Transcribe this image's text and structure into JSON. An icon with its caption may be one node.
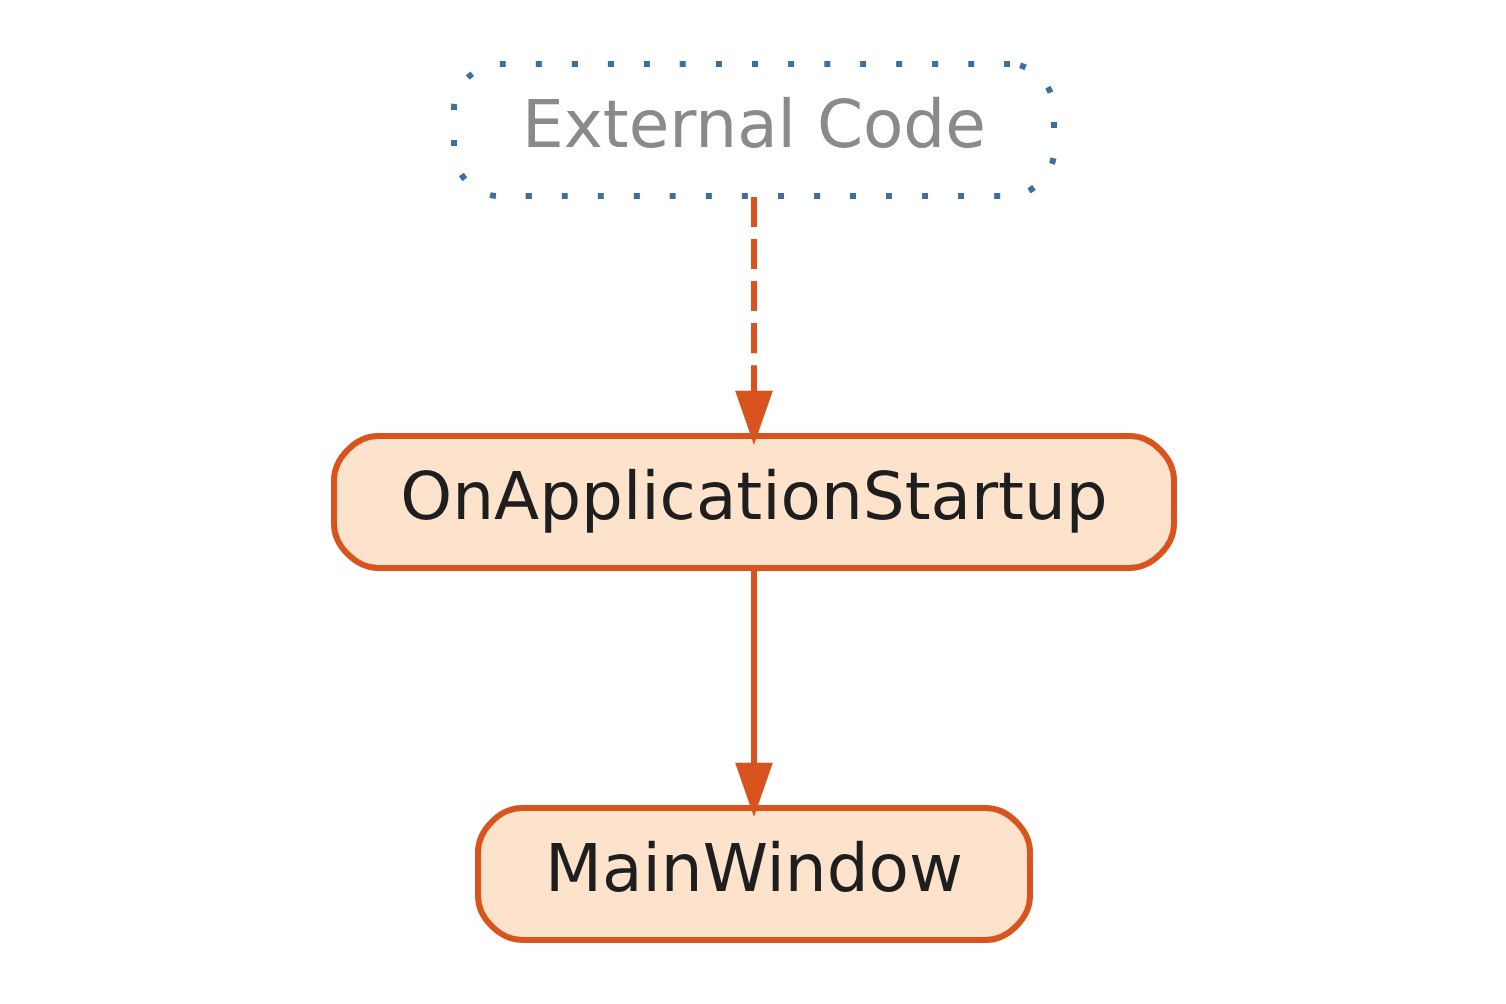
{
  "diagram": {
    "nodes": [
      {
        "text": [
          "External Code"
        ]
      },
      {
        "text": [
          "OnApplicationStartup"
        ]
      },
      {
        "text": [
          "MainWindow"
        ]
      }
    ],
    "edges": [
      {
        "from": 0,
        "to": 1,
        "arrow": "to",
        "style": "dashed"
      },
      {
        "from": 1,
        "to": 2,
        "arrow": "to"
      }
    ]
  }
}
